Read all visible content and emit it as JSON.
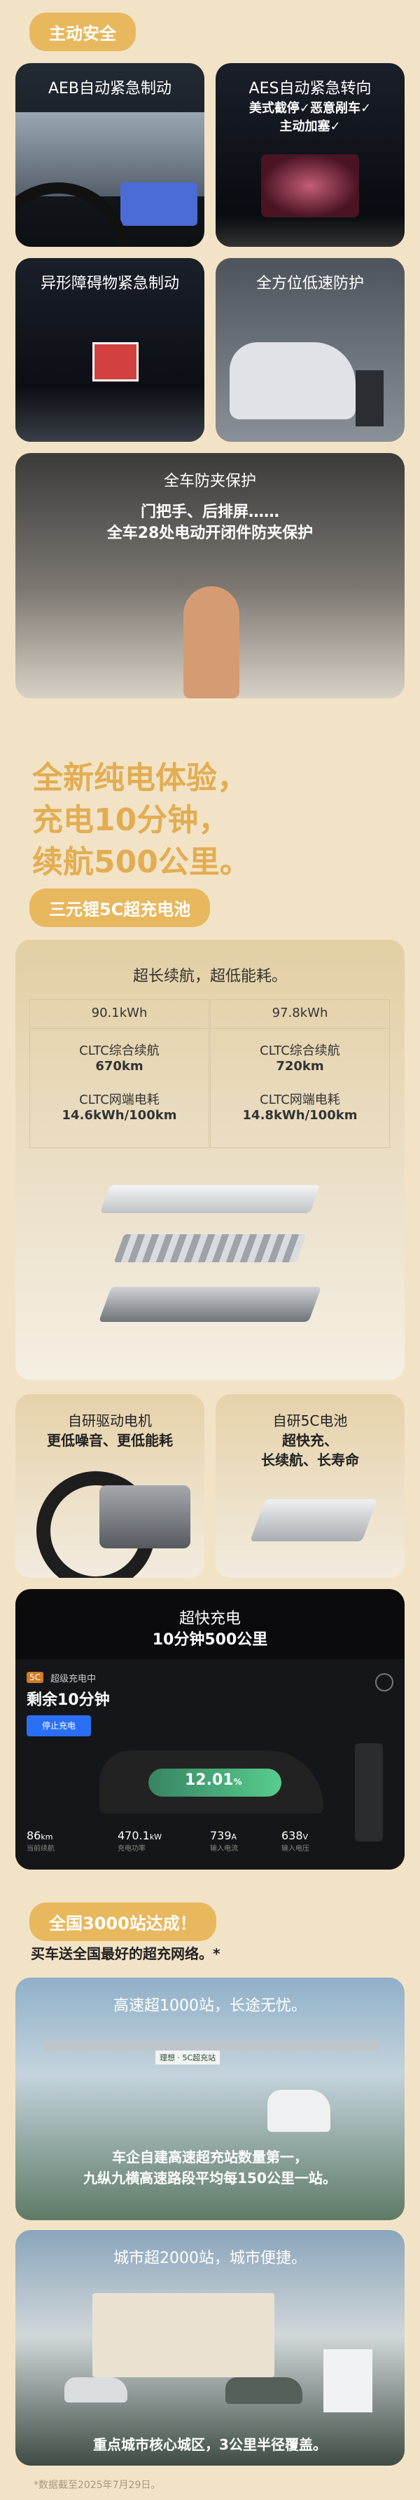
{
  "sections": {
    "safety": {
      "pill": "主动安全",
      "tiles": [
        {
          "title": "AEB自动紧急制动"
        },
        {
          "title": "AES自动紧急转向",
          "lines": [
            "美式截停✓恶意剐车✓",
            "主动加塞✓"
          ]
        },
        {
          "title": "异形障碍物紧急制动"
        },
        {
          "title": "全方位低速防护"
        }
      ],
      "pinch": {
        "title": "全车防夹保护",
        "sub1": "门把手、后排屏……",
        "sub2": "全车28处电动开闭件防夹保护"
      }
    },
    "ev": {
      "headline": [
        "全新纯电体验，",
        "充电10分钟，",
        "续航500公里。"
      ],
      "battery_pill": "三元锂5C超充电池",
      "battery_card": {
        "title": "超长续航，超低能耗。",
        "left": {
          "capacity": "90.1kWh",
          "range_label": "CLTC综合续航",
          "range": "670km",
          "cons_label": "CLTC网端电耗",
          "cons": "14.6kWh/100km"
        },
        "right": {
          "capacity": "97.8kWh",
          "range_label": "CLTC综合续航",
          "range": "720km",
          "cons_label": "CLTC网端电耗",
          "cons": "14.8kWh/100km"
        }
      },
      "motor": {
        "title": "自研驱动电机",
        "desc": "更低噪音、更低能耗"
      },
      "battery": {
        "title": "自研5C电池",
        "desc1": "超快充、",
        "desc2": "长续航、长寿命"
      },
      "charging": {
        "title1": "超快充电",
        "title2": "10分钟500公里",
        "badge": "5C",
        "status": "超级充电中",
        "remaining": "剩余10分钟",
        "stop_button": "停止充电",
        "percent": "12.01",
        "percent_unit": "%",
        "stats": [
          {
            "value": "86",
            "unit": "km",
            "label": "当前续航"
          },
          {
            "value": "470.1",
            "unit": "kW",
            "label": "充电功率"
          },
          {
            "value": "739",
            "unit": "A",
            "label": "输入电流"
          },
          {
            "value": "638",
            "unit": "V",
            "label": "输入电压"
          }
        ]
      }
    },
    "network": {
      "pill": "全国3000站达成！",
      "subtitle": "买车送全国最好的超充网络。*",
      "highway": {
        "title": "高速超1000站，长途无忧。",
        "line1": "车企自建高速超充站数量第一，",
        "line2": "九纵九横高速路段平均每150公里一站。",
        "station_sign": "理想 · 5C超充站"
      },
      "city": {
        "title": "城市超2000站，城市便捷。",
        "line1": "重点城市核心城区，3公里半径覆盖。"
      },
      "footnote": "*数据截至2025年7月29日。"
    }
  },
  "colors": {
    "background": "#f3e3c6",
    "accent": "#e2ad52",
    "pill": "#e7b85e",
    "blue_button": "#2a6ff3",
    "green_charge": "#5de09a"
  }
}
